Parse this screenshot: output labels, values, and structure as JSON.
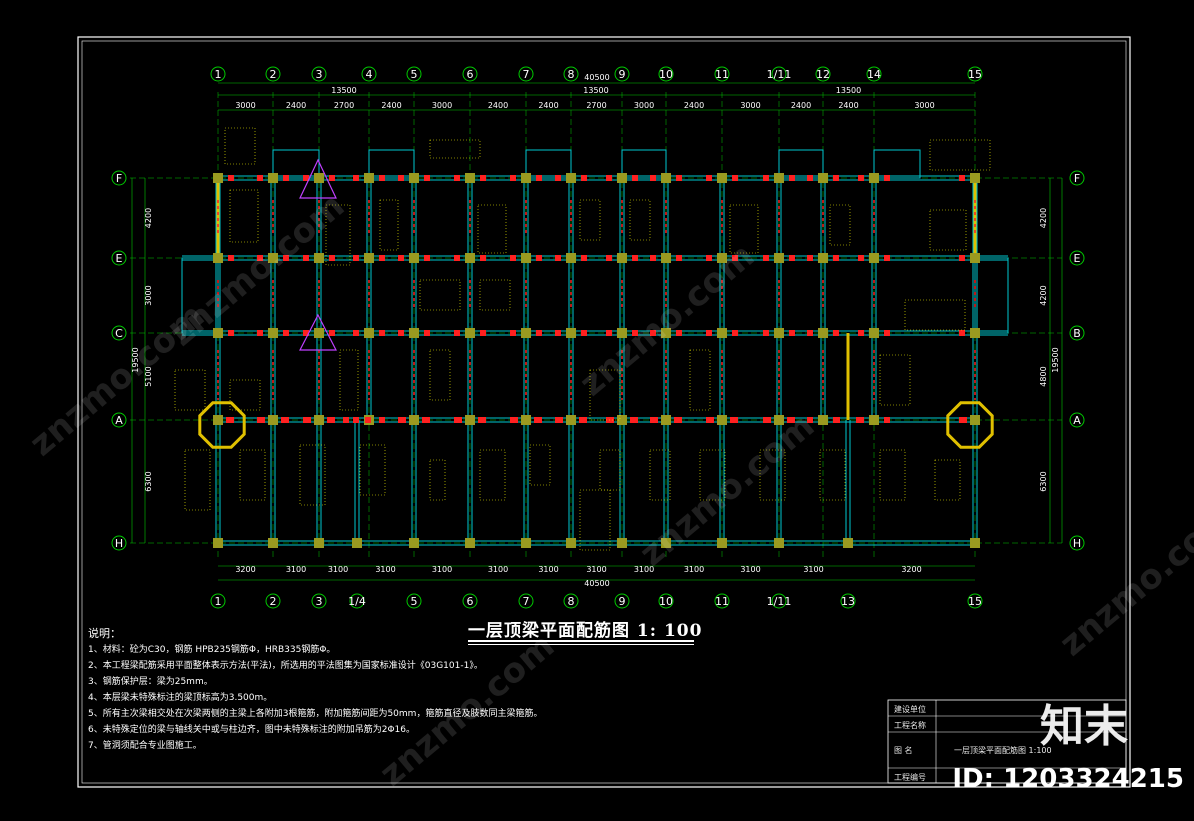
{
  "colors": {
    "background": "#000000",
    "grid": "#00c800",
    "beam": "#00c8d0",
    "column": "#9a9a20",
    "rebar_red": "#ff2020",
    "label_yellow": "#ffff00",
    "frame": "#ffffff"
  },
  "axes_top": [
    "1",
    "2",
    "3",
    "4",
    "5",
    "6",
    "7",
    "8",
    "9",
    "10",
    "11",
    "1/11",
    "12",
    "14",
    "15"
  ],
  "axes_bottom": [
    "1",
    "2",
    "3",
    "1/4",
    "5",
    "6",
    "7",
    "8",
    "9",
    "10",
    "11",
    "1/11",
    "13",
    "15"
  ],
  "axes_rows_left": [
    "F",
    "E",
    "C",
    "A",
    "H"
  ],
  "axes_rows_right": [
    "F",
    "E",
    "B",
    "A",
    "H"
  ],
  "dims_top_total": "40500",
  "dims_top_groups": [
    "13500",
    "13500",
    "13500"
  ],
  "dims_top": [
    "3000",
    "2400",
    "2700",
    "2400",
    "3000",
    "2400",
    "2400",
    "2700",
    "3000",
    "2400",
    "3000",
    "2400",
    "2400",
    "3000"
  ],
  "dims_bottom": [
    "3200",
    "3100",
    "3100",
    "3100",
    "3100",
    "3100",
    "3100",
    "3100",
    "3100",
    "3100",
    "3100",
    "3100",
    "3200"
  ],
  "dims_bottom_total": "40500",
  "dims_left": [
    "4200",
    "3000",
    "5100",
    "6300"
  ],
  "dims_left_total": "19500",
  "dims_right": [
    "4200",
    "4200",
    "4800",
    "6300"
  ],
  "dims_right_total": "19500",
  "drawing_title": "一层顶梁平面配筋图 1: 100",
  "notes": {
    "heading": "说明：",
    "items": [
      "1、材料：砼为C30，钢筋 HPB235钢筋Φ，HRB335钢筋Φ。",
      "2、本工程梁配筋采用平面整体表示方法(平法)，所选用的平法图集为国家标准设计《03G101-1》。",
      "3、钢筋保护层：梁为25mm。",
      "4、本层梁未特殊标注的梁顶标高为3.500m。",
      "5、所有主次梁相交处在次梁两侧的主梁上各附加3根箍筋，附加箍筋间距为50mm，箍筋直径及肢数同主梁箍筋。",
      "6、未特殊定位的梁与轴线关中或与柱边齐，图中未特殊标注的附加吊筋为2Φ16。",
      "7、管洞须配合专业图施工。"
    ]
  },
  "title_block": {
    "rows": [
      {
        "label": "建设单位",
        "value": ""
      },
      {
        "label": "工程名称",
        "value": ""
      },
      {
        "label": "图 名",
        "value": "一层顶梁平面配筋图 1:100"
      },
      {
        "label": "工程编号",
        "value": ""
      }
    ]
  },
  "brand": "知末",
  "brand_id": "ID: 1203324215",
  "watermark": "znzmo.com"
}
